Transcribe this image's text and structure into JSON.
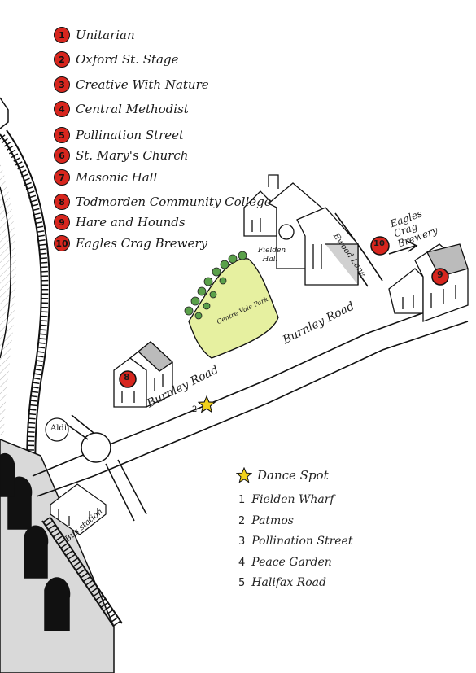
{
  "legend": {
    "badge_color": "#d7261e",
    "items": [
      {
        "num": "1",
        "label": "Unitarian"
      },
      {
        "num": "2",
        "label": "Oxford St. Stage"
      },
      {
        "num": "3",
        "label": "Creative With Nature"
      },
      {
        "num": "4",
        "label": "Central Methodist"
      },
      {
        "num": "5",
        "label": "Pollination Street"
      },
      {
        "num": "6",
        "label": "St. Mary's Church"
      },
      {
        "num": "7",
        "label": "Masonic Hall"
      },
      {
        "num": "8",
        "label": "Todmorden Community College"
      },
      {
        "num": "9",
        "label": "Hare and Hounds"
      },
      {
        "num": "10",
        "label": "Eagles Crag Brewery"
      }
    ]
  },
  "dance_spots": {
    "title": "Dance Spot",
    "star_color": "#f2d21b",
    "items": [
      {
        "num": "1",
        "label": "Fielden Wharf"
      },
      {
        "num": "2",
        "label": "Patmos"
      },
      {
        "num": "3",
        "label": "Pollination Street"
      },
      {
        "num": "4",
        "label": "Peace Garden"
      },
      {
        "num": "5",
        "label": "Halifax Road"
      }
    ]
  },
  "map_labels": {
    "burnley_road_1": "Burnley Road",
    "burnley_road_2": "Burnley Road",
    "ewood_lane": "Ewood Lane",
    "fielden_hall": "Fielden Hall",
    "park": "Centre Vale Park",
    "aldi": "Aldi",
    "bus_station": "Bus station",
    "eagles_crag": "Eagles Crag Brewery",
    "star_number": "2"
  },
  "markers": {
    "college": "8",
    "hare_hounds": "9",
    "brewery": "10"
  },
  "colors": {
    "park_fill": "#e6f0a0",
    "tree_green": "#5aa04a",
    "building_fill": "#ffffff"
  }
}
